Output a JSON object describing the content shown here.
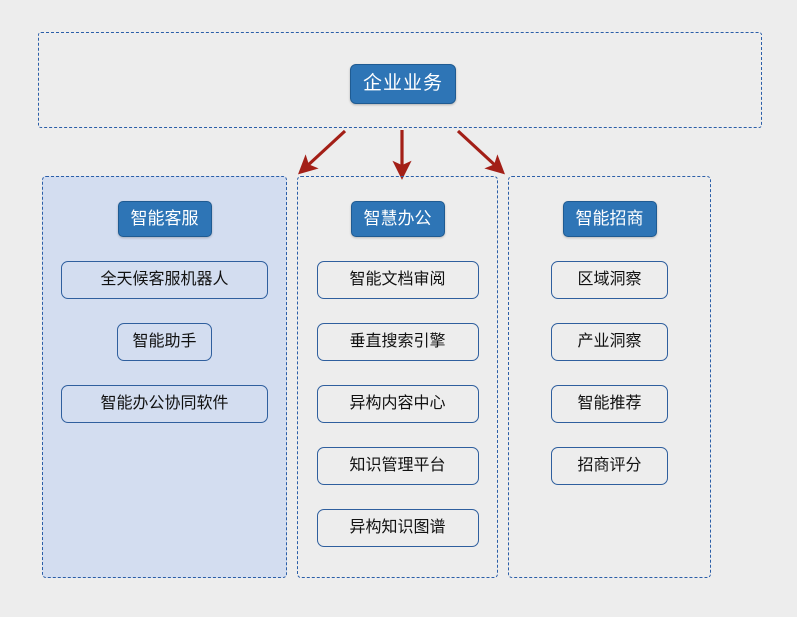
{
  "diagram": {
    "root": {
      "label": "企业业务"
    },
    "arrow_color": "#a31f17",
    "accent_color": "#2e75b6",
    "border_color": "#2b5ea8",
    "panel_highlight_color": "#d3ddf0",
    "background_color": "#ededed",
    "columns": [
      {
        "header": "智能客服",
        "items": [
          {
            "label": "全天候客服机器人",
            "width": "wide"
          },
          {
            "label": "智能助手",
            "width": "auto"
          },
          {
            "label": "智能办公协同软件",
            "width": "wide"
          }
        ]
      },
      {
        "header": "智慧办公",
        "items": [
          {
            "label": "智能文档审阅",
            "width": "fixed"
          },
          {
            "label": "垂直搜索引擎",
            "width": "fixed"
          },
          {
            "label": "异构内容中心",
            "width": "fixed"
          },
          {
            "label": "知识管理平台",
            "width": "fixed"
          },
          {
            "label": "异构知识图谱",
            "width": "fixed"
          }
        ]
      },
      {
        "header": "智能招商",
        "items": [
          {
            "label": "区域洞察",
            "width": "fixed"
          },
          {
            "label": "产业洞察",
            "width": "fixed"
          },
          {
            "label": "智能推荐",
            "width": "fixed"
          },
          {
            "label": "招商评分",
            "width": "fixed"
          }
        ]
      }
    ],
    "arrows": [
      {
        "name": "arrow-to-customer-service",
        "direction": "down-left"
      },
      {
        "name": "arrow-to-smart-office",
        "direction": "down"
      },
      {
        "name": "arrow-to-investment",
        "direction": "down-right"
      }
    ]
  }
}
